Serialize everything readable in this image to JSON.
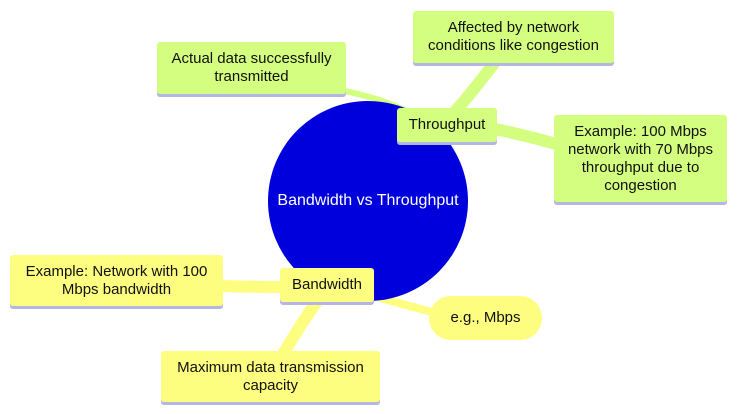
{
  "root": {
    "label": "Bandwidth vs Throughput"
  },
  "throughput": {
    "label": "Throughput",
    "children": [
      "Actual data successfully transmitted",
      "Affected by network conditions like congestion",
      "Example: 100 Mbps network with 70 Mbps throughput due to congestion"
    ]
  },
  "bandwidth": {
    "label": "Bandwidth",
    "children": [
      "Example: Network with 100 Mbps bandwidth",
      "Maximum data transmission capacity",
      "e.g., Mbps"
    ]
  },
  "colors": {
    "root": "#0000dc",
    "throughput_branch": "#d4fe7f",
    "bandwidth_branch": "#fdfe7f",
    "underline": "#b6b6e6"
  }
}
